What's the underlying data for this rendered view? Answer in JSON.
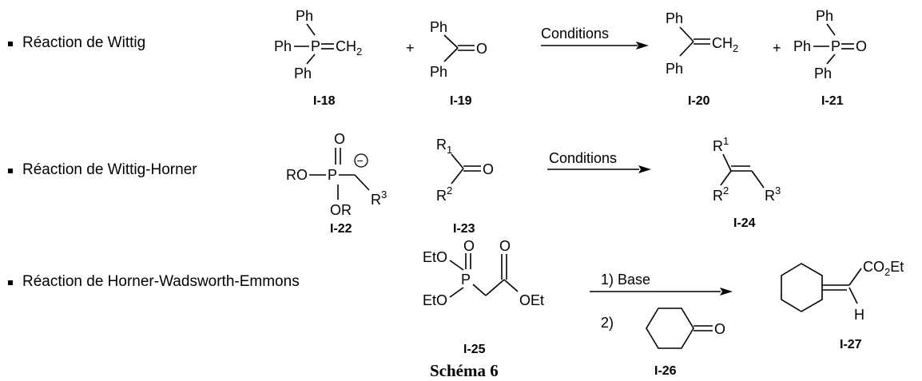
{
  "reactions": [
    {
      "title": "Réaction de Wittig",
      "conditions": "Conditions",
      "labels": [
        "I-18",
        "I-19",
        "I-20",
        "I-21"
      ]
    },
    {
      "title": "Réaction de Wittig-Horner",
      "conditions": "Conditions",
      "labels": [
        "I-22",
        "I-23",
        "I-24"
      ]
    },
    {
      "title": "Réaction de Horner-Wadsworth-Emmons",
      "step1": "1) Base",
      "step2": "2)",
      "labels": [
        "I-25",
        "I-26",
        "I-27"
      ]
    }
  ],
  "atoms": {
    "ph": "Ph",
    "p": "P",
    "o": "O",
    "c": "C",
    "h": "H",
    "ch": "CH",
    "two": "2",
    "ro": "RO",
    "or": "OR",
    "r": "R",
    "one": "1",
    "three": "3",
    "eto": "EtO",
    "oet": "OEt",
    "co": "CO",
    "et": "Et",
    "plus": "+",
    "minus": "−"
  },
  "caption": "Schéma 6"
}
